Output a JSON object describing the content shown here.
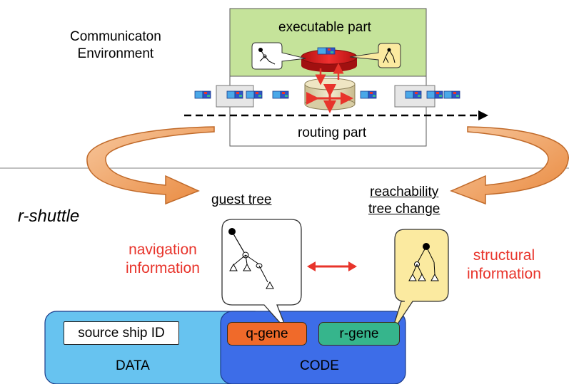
{
  "environment": {
    "title_line1": "Communicaton",
    "title_line2": "Environment",
    "executable_part": "executable part",
    "routing_part": "routing part"
  },
  "shuttle": {
    "label": "r-shuttle",
    "guest_tree": "guest tree",
    "reachability_line1": "reachability",
    "reachability_line2": "tree change",
    "navigation_line1": "navigation",
    "navigation_line2": "information",
    "structural_line1": "structural",
    "structural_line2": "information"
  },
  "blocks": {
    "source_ship_id": "source ship ID",
    "q_gene": "q-gene",
    "r_gene": "r-gene",
    "data": "DATA",
    "code": "CODE"
  },
  "colors": {
    "exec_green": "#c5e39a",
    "data_blue": "#67c3f0",
    "code_blue": "#3d6de8",
    "q_gene": "#f06a2a",
    "r_gene": "#36b58c",
    "accent_red": "#e8342b",
    "curved_arrow": "#f0a46a",
    "balloon_yellow": "#fbeaa0"
  }
}
